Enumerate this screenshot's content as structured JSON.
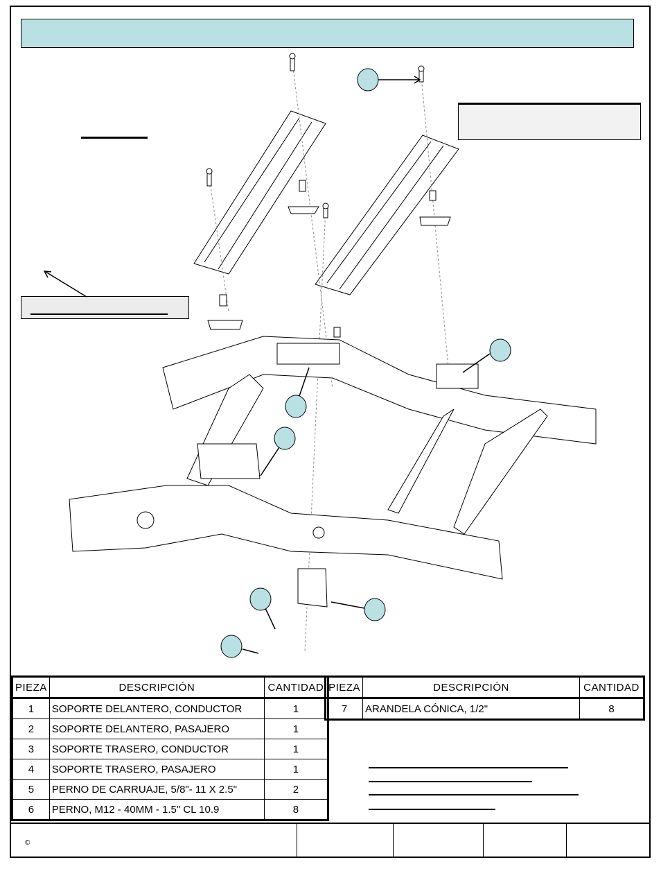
{
  "table_left": {
    "headers": [
      "PIEZA",
      "DESCRIPCIÓN",
      "CANTIDAD"
    ],
    "rows": [
      [
        "1",
        "SOPORTE DELANTERO, CONDUCTOR",
        "1"
      ],
      [
        "2",
        "SOPORTE DELANTERO, PASAJERO",
        "1"
      ],
      [
        "3",
        "SOPORTE TRASERO, CONDUCTOR",
        "1"
      ],
      [
        "4",
        "SOPORTE TRASERO, PASAJERO",
        "1"
      ],
      [
        "5",
        "PERNO DE CARRUAJE, 5/8\"- 11 X 2.5\"",
        "2"
      ],
      [
        "6",
        "PERNO, M12 - 40MM - 1.5\" CL 10.9",
        "8"
      ]
    ]
  },
  "table_right": {
    "headers": [
      "PIEZA",
      "DESCRIPCIÓN",
      "CANTIDAD"
    ],
    "rows": [
      [
        "7",
        "ARANDELA CÓNICA, 1/2\"",
        "8"
      ]
    ]
  },
  "footer": {
    "copyright": "©"
  },
  "colors": {
    "callout": "#b9e0e2",
    "title_bar": "#b9e0e2"
  }
}
